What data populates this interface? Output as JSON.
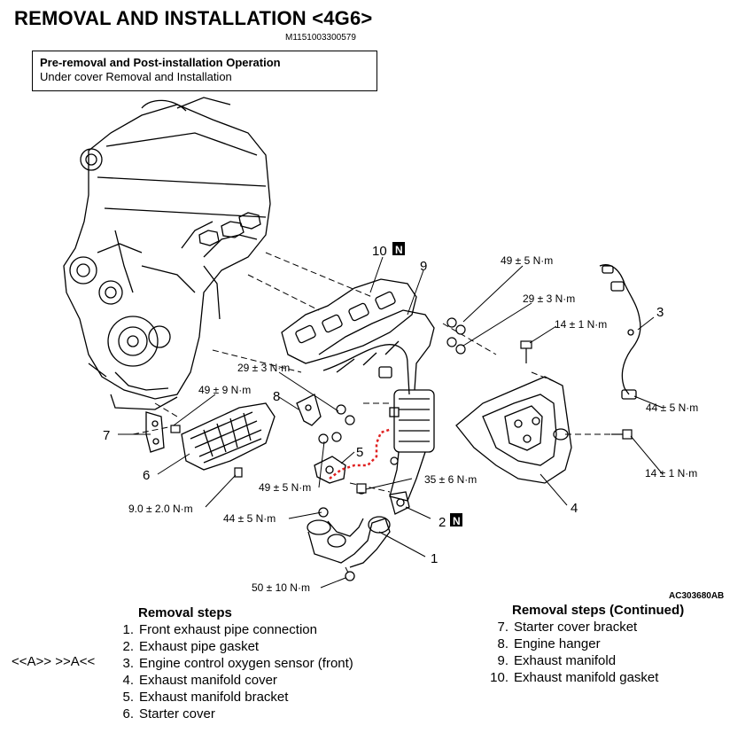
{
  "title": "REMOVAL AND INSTALLATION <4G6>",
  "doc_id": "M1151003300579",
  "pre_op": {
    "heading": "Pre-removal and Post-installation Operation",
    "text": "Under cover Removal and Installation"
  },
  "figure_id": "AC303680AB",
  "callouts": {
    "c1": "1",
    "c2": "2",
    "c3": "3",
    "c4": "4",
    "c5": "5",
    "c6": "6",
    "c7": "7",
    "c8": "8",
    "c9": "9",
    "c10": "10",
    "n_badge": "N"
  },
  "torques": {
    "t_49_5_top": "49 ± 5 N·m",
    "t_29_3_top": "29 ± 3 N·m",
    "t_14_1_top": "14 ± 1 N·m",
    "t_29_3_mid": "29 ± 3 N·m",
    "t_49_9": "49 ± 9 N·m",
    "t_44_5_right": "44 ± 5 N·m",
    "t_14_1_right": "14 ± 1 N·m",
    "t_35_6": "35 ± 6 N·m",
    "t_49_5_mid": "49 ± 5 N·m",
    "t_9_2": "9.0 ± 2.0 N·m",
    "t_44_5_low": "44 ± 5 N·m",
    "t_50_10": "50 ± 10 N·m"
  },
  "steps_left": {
    "header": "Removal steps",
    "items": [
      {
        "num": "1.",
        "text": "Front exhaust pipe connection"
      },
      {
        "num": "2.",
        "text": "Exhaust pipe gasket"
      },
      {
        "num": "3.",
        "text": "Engine control oxygen sensor (front)"
      },
      {
        "num": "4.",
        "text": "Exhaust manifold cover"
      },
      {
        "num": "5.",
        "text": "Exhaust manifold bracket"
      },
      {
        "num": "6.",
        "text": "Starter cover"
      }
    ],
    "ref_note": "<<A>> >>A<<"
  },
  "steps_right": {
    "header": "Removal steps (Continued)",
    "items": [
      {
        "num": "7.",
        "text": "Starter cover bracket"
      },
      {
        "num": "8.",
        "text": "Engine hanger"
      },
      {
        "num": "9.",
        "text": "Exhaust manifold"
      },
      {
        "num": "10.",
        "text": "Exhaust manifold gasket"
      }
    ]
  },
  "colors": {
    "line": "#000000",
    "dotted_harness": "#e02020"
  }
}
